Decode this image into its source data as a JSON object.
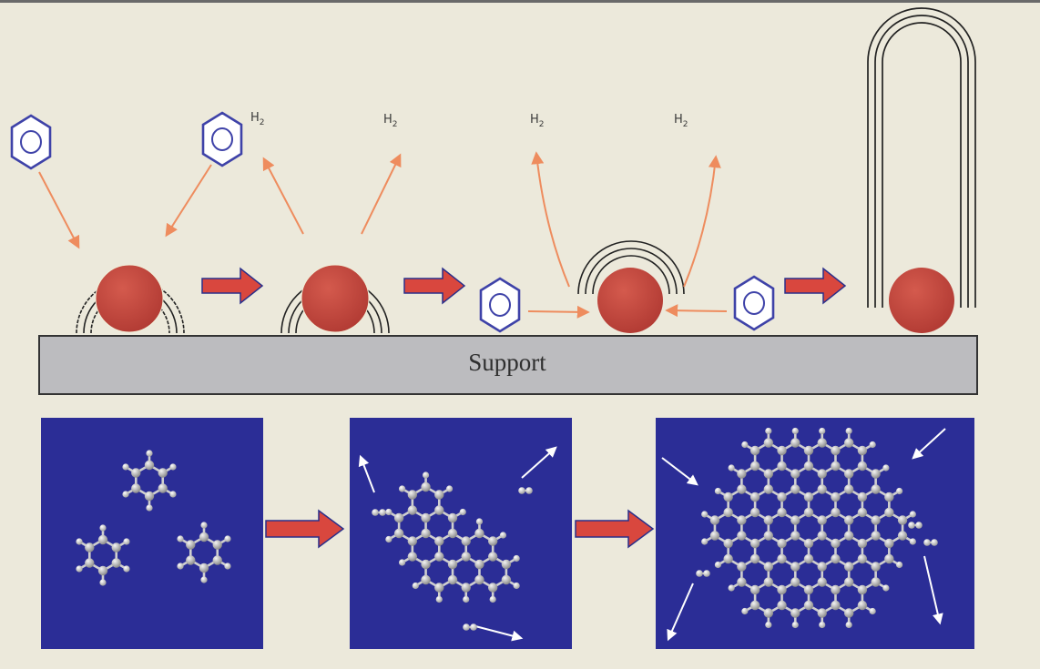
{
  "labels": {
    "h2": "H",
    "h2_subscript": "2",
    "support": "Support"
  },
  "colors": {
    "background": "#ece9db",
    "catalyst_particle": "#c0463e",
    "flow_arrow": "#d9473e",
    "reaction_arrow": "#ee8c5e",
    "support": "#bcbcbf",
    "panel": "#2b2d96",
    "benzene_stroke": "#3e42a8",
    "atom_carbon": "#b3b3b3",
    "motion_arrow": "#ffffff"
  },
  "icons": {
    "benzene": "benzene-ring-icon",
    "flow": "block-arrow-right-icon"
  },
  "panels": [
    {
      "id": "three-benzene-molecules"
    },
    {
      "id": "polycyclic-aromatic-intermediate"
    },
    {
      "id": "graphene-like-sheet"
    }
  ]
}
